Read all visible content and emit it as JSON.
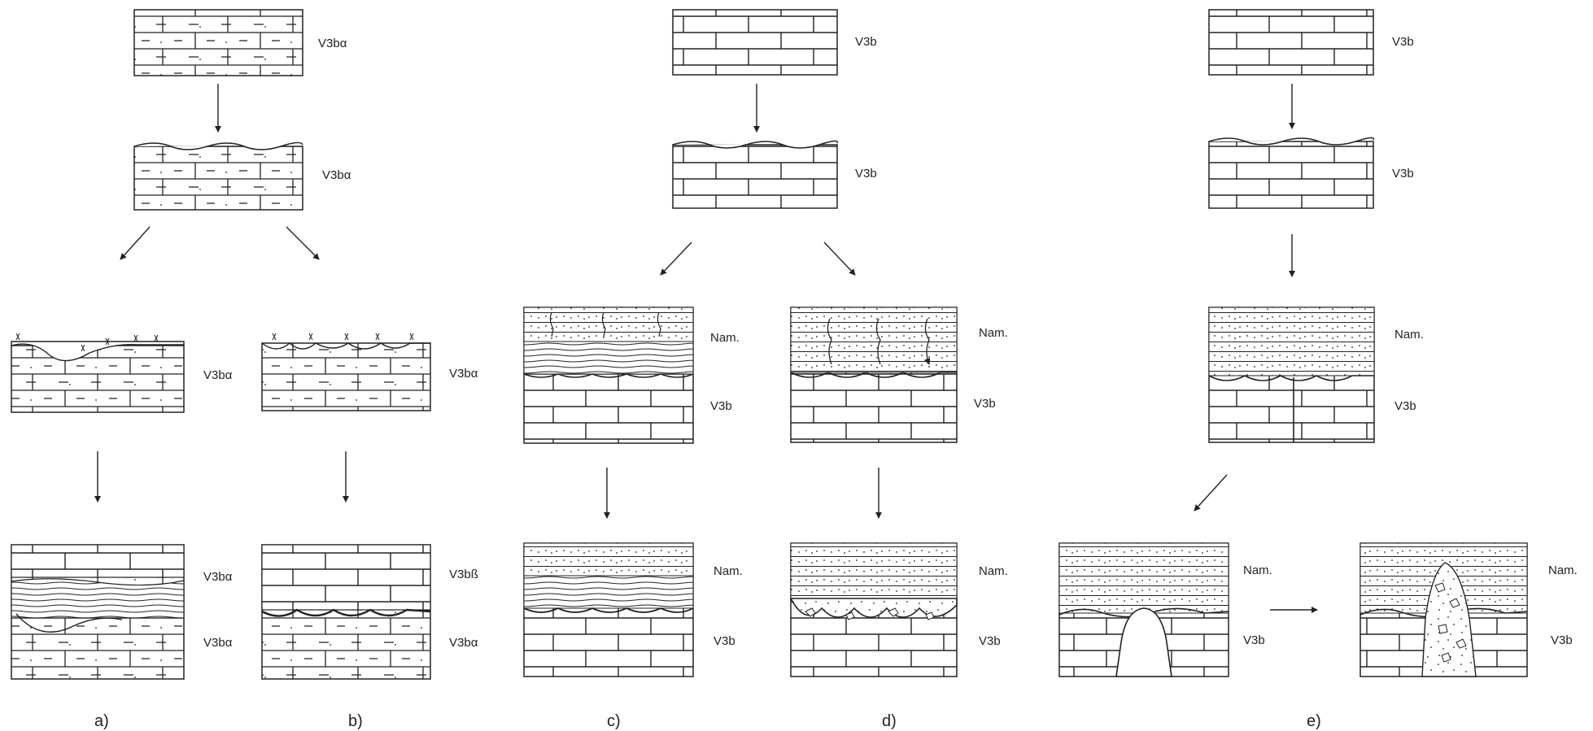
{
  "diagram": {
    "units": {
      "v3ba": "V3bα",
      "v3bb": "V3bß",
      "v3b": "V3b",
      "nam": "Nam."
    },
    "captions": {
      "a": "a)",
      "b": "b)",
      "c": "c)",
      "d": "d)",
      "e": "e)"
    },
    "colors": {
      "ink": "#222222",
      "background": "#ffffff"
    }
  }
}
